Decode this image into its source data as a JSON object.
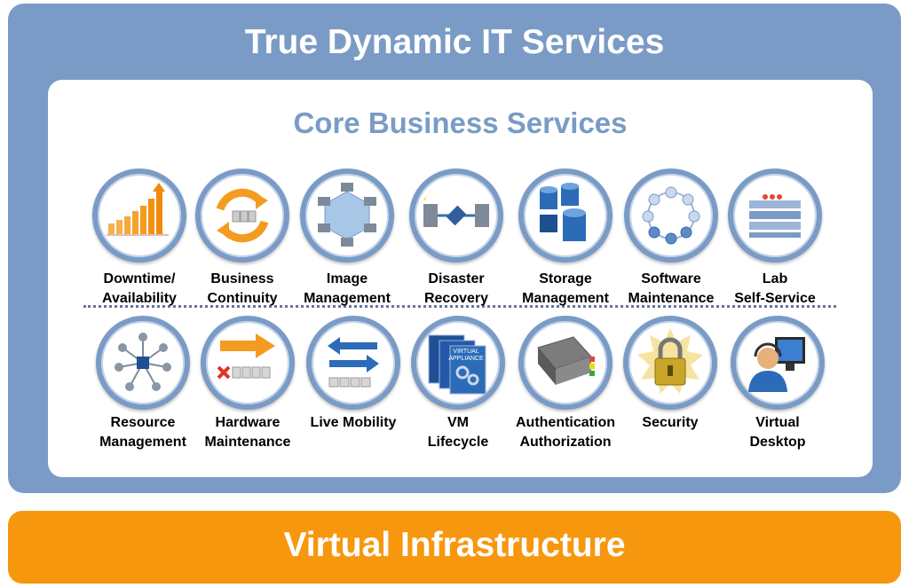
{
  "header": {
    "title": "True Dynamic IT Services"
  },
  "core": {
    "title": "Core Business Services",
    "row1": [
      {
        "line1": "Downtime/",
        "line2": "Availability",
        "icon": "bar-chart-growth-icon"
      },
      {
        "line1": "Business",
        "line2": "Continuity",
        "icon": "recycle-servers-icon"
      },
      {
        "line1": "Image",
        "line2": "Management",
        "icon": "networked-computers-icon"
      },
      {
        "line1": "Disaster",
        "line2": "Recovery",
        "icon": "building-link-icon"
      },
      {
        "line1": "Storage",
        "line2": "Management",
        "icon": "storage-cylinders-icon"
      },
      {
        "line1": "Software",
        "line2": "Maintenance",
        "icon": "node-ring-icon"
      },
      {
        "line1": "Lab",
        "line2": "Self-Service",
        "icon": "server-rack-grid-icon"
      }
    ],
    "row2": [
      {
        "line1": "Resource",
        "line2": "Management",
        "icon": "hub-spoke-icon"
      },
      {
        "line1": "Hardware",
        "line2": "Maintenance",
        "icon": "arrow-servers-icon"
      },
      {
        "line1": "Live Mobility",
        "line2": "",
        "icon": "bidirectional-arrows-icon"
      },
      {
        "line1": "VM",
        "line2": "Lifecycle",
        "icon": "virtual-appliance-icon",
        "badge": "VIRTUAL APPLIANCE"
      },
      {
        "line1": "Authentication",
        "line2": "Authorization",
        "icon": "binder-book-icon"
      },
      {
        "line1": "Security",
        "line2": "",
        "icon": "padlock-icon"
      },
      {
        "line1": "Virtual",
        "line2": "Desktop",
        "icon": "headset-user-monitor-icon"
      }
    ]
  },
  "footer": {
    "title": "Virtual Infrastructure"
  },
  "colors": {
    "frame": "#7a9bc6",
    "infrastructure": "#f7970e",
    "title_text": "#ffffff"
  }
}
